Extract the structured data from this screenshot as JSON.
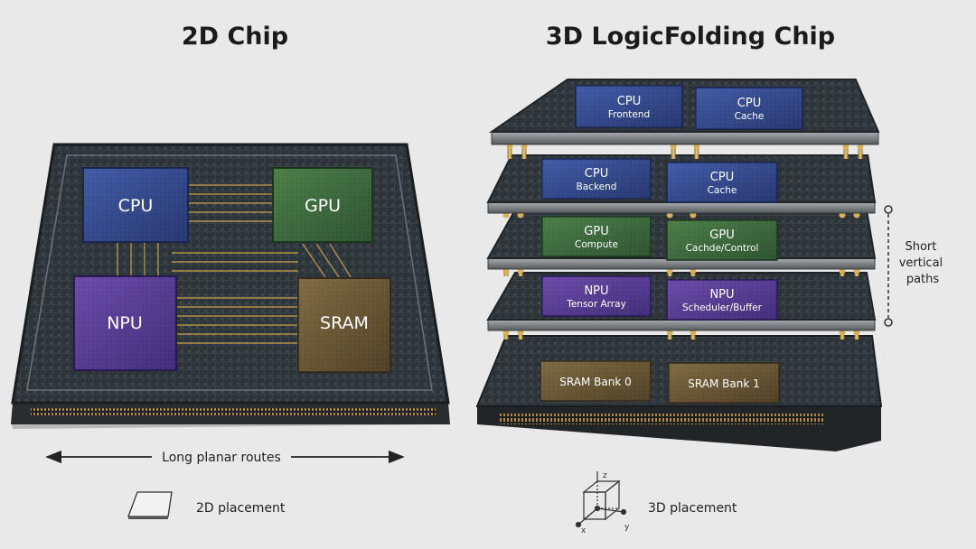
{
  "left_panel": {
    "title": "2D Chip",
    "blocks": {
      "cpu": "CPU",
      "gpu": "GPU",
      "npu": "NPU",
      "sram": "SRAM"
    },
    "routes_label": "Long planar routes",
    "placement_label": "2D placement"
  },
  "right_panel": {
    "title": "3D LogicFolding Chip",
    "layers": [
      {
        "left": [
          "CPU",
          "Frontend"
        ],
        "right": [
          "CPU",
          "Cache"
        ]
      },
      {
        "left": [
          "CPU",
          "Backend"
        ],
        "right": [
          "CPU",
          "Cache"
        ]
      },
      {
        "left": [
          "GPU",
          "Compute"
        ],
        "right": [
          "GPU",
          "Cachde/Control"
        ]
      },
      {
        "left": [
          "NPU",
          "Tensor Array"
        ],
        "right": [
          "NPU",
          "Scheduler/Buffer"
        ]
      },
      {
        "left": [
          "SRAM Bank 0"
        ],
        "right": [
          "SRAM Bank 1"
        ]
      }
    ],
    "vertical_label": [
      "Short",
      "vertical",
      "paths"
    ],
    "placement_label": "3D placement",
    "axes": {
      "z": "z",
      "x": "x",
      "y": "y"
    }
  },
  "colors": {
    "background": "#e9e9ea",
    "cpu": "#33488e",
    "gpu": "#3c6a3c",
    "npu": "#5a3d93",
    "sram": "#6e5a36",
    "board": "#2a3036",
    "gold": "#c9a14a"
  }
}
